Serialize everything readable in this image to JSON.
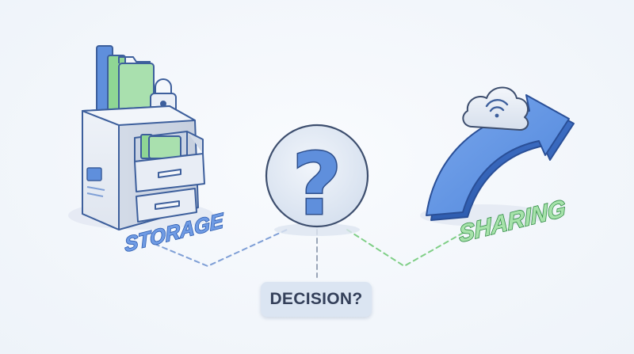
{
  "labels": {
    "storage": "STORAGE",
    "sharing": "SHARING",
    "decision": "DECISION?"
  },
  "center_symbol": "?",
  "icons": {
    "left": "storage-cabinet-icon",
    "center": "question-mark-icon",
    "right": "cloud-share-arrow-icon"
  },
  "colors": {
    "storage_accent": "#4a7ad6",
    "sharing_accent": "#5cc46a",
    "folder_green": "#8fd694",
    "cabinet_body": "#e2e8f3",
    "arrow_blue": "#4f86dc"
  }
}
